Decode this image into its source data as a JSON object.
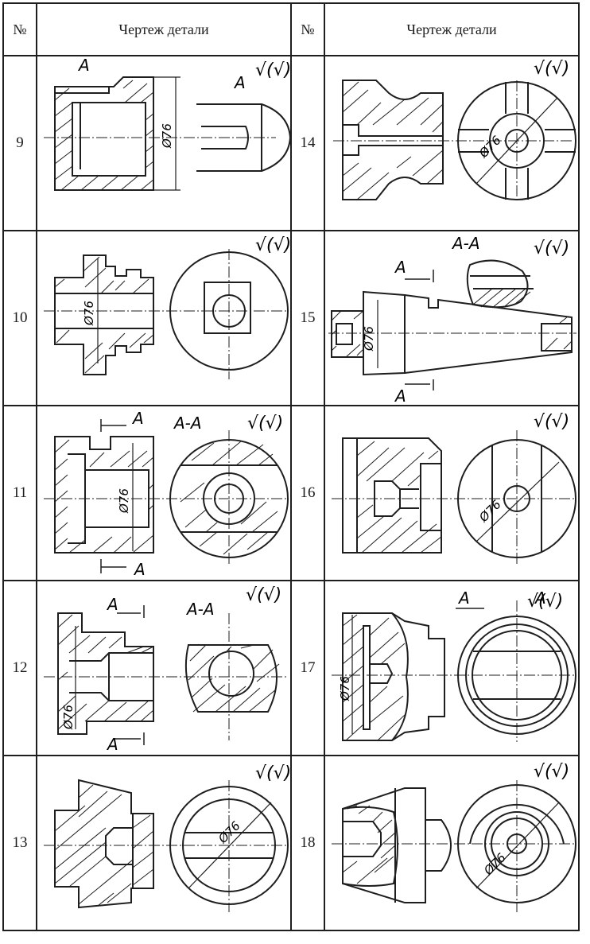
{
  "header": {
    "num_label": "№",
    "title_label": "Чертеж детали"
  },
  "rows": [
    {
      "left": {
        "num": "9",
        "dim": "Ø76",
        "roughness": "√(√)",
        "labels": [
          "A",
          "A"
        ]
      },
      "right": {
        "num": "14",
        "dim": "Ø76",
        "roughness": "√(√)"
      }
    },
    {
      "left": {
        "num": "10",
        "dim": "Ø76",
        "roughness": "√(√)"
      },
      "right": {
        "num": "15",
        "dim": "Ø76",
        "roughness": "√(√)",
        "section": "A-A",
        "labels": [
          "A",
          "A"
        ]
      }
    },
    {
      "left": {
        "num": "11",
        "dim": "Ø76",
        "roughness": "√(√)",
        "section": "A-A",
        "labels": [
          "A",
          "A"
        ]
      },
      "right": {
        "num": "16",
        "dim": "Ø76",
        "roughness": "√(√)"
      }
    },
    {
      "left": {
        "num": "12",
        "dim": "Ø76",
        "roughness": "√(√)",
        "section": "A-A",
        "labels": [
          "A",
          "A"
        ]
      },
      "right": {
        "num": "17",
        "dim": "Ø76",
        "roughness": "√(√)",
        "labels": [
          "A",
          "A"
        ]
      }
    },
    {
      "left": {
        "num": "13",
        "dim": "Ø76",
        "roughness": "√(√)"
      },
      "right": {
        "num": "18",
        "dim": "Ø76",
        "roughness": "√(√)"
      }
    }
  ]
}
